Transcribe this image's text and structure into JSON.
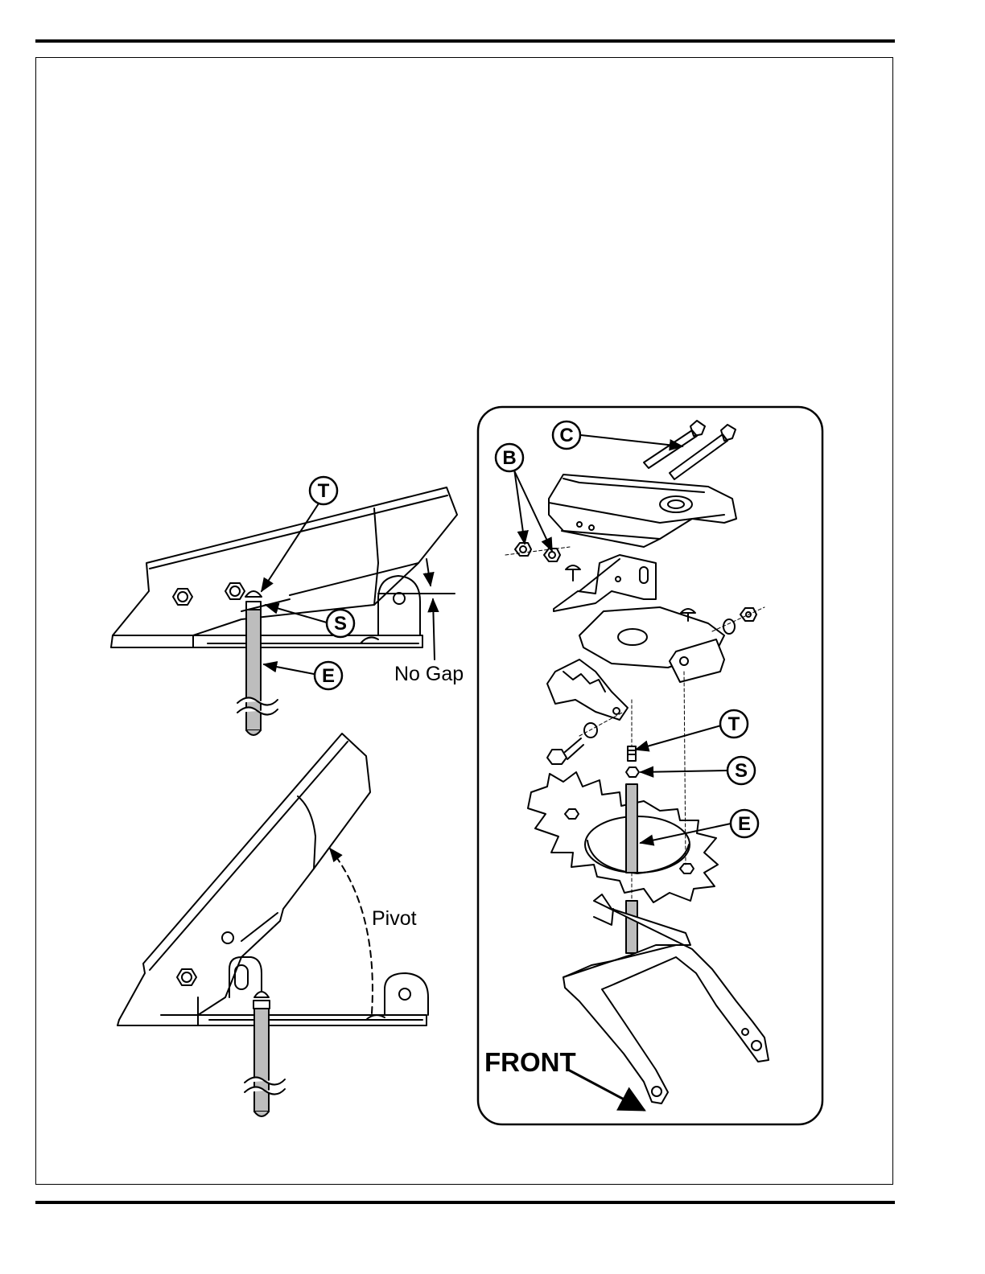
{
  "figure": {
    "left": {
      "labels": {
        "t": "T",
        "s": "S",
        "e": "E"
      },
      "captions": {
        "no_gap": "No Gap",
        "pivot": "Pivot"
      }
    },
    "right": {
      "labels": {
        "c": "C",
        "b": "B",
        "t": "T",
        "s": "S",
        "e": "E"
      },
      "front": "FRONT"
    }
  }
}
